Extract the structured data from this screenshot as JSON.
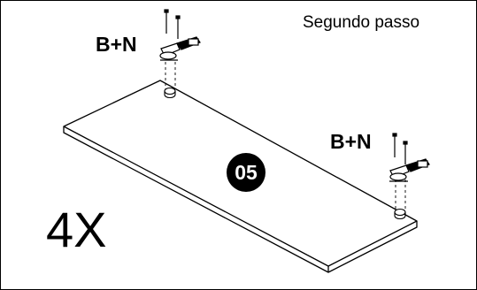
{
  "step_label": "Segundo passo",
  "hinge_label_top": "B+N",
  "hinge_label_right": "B+N",
  "quantity": "4X",
  "part_number": "05",
  "colors": {
    "line": "#000000",
    "background": "#ffffff",
    "badge": "#000000"
  },
  "icons": [
    "screw-icon",
    "hinge-icon",
    "drill-hole-icon"
  ]
}
